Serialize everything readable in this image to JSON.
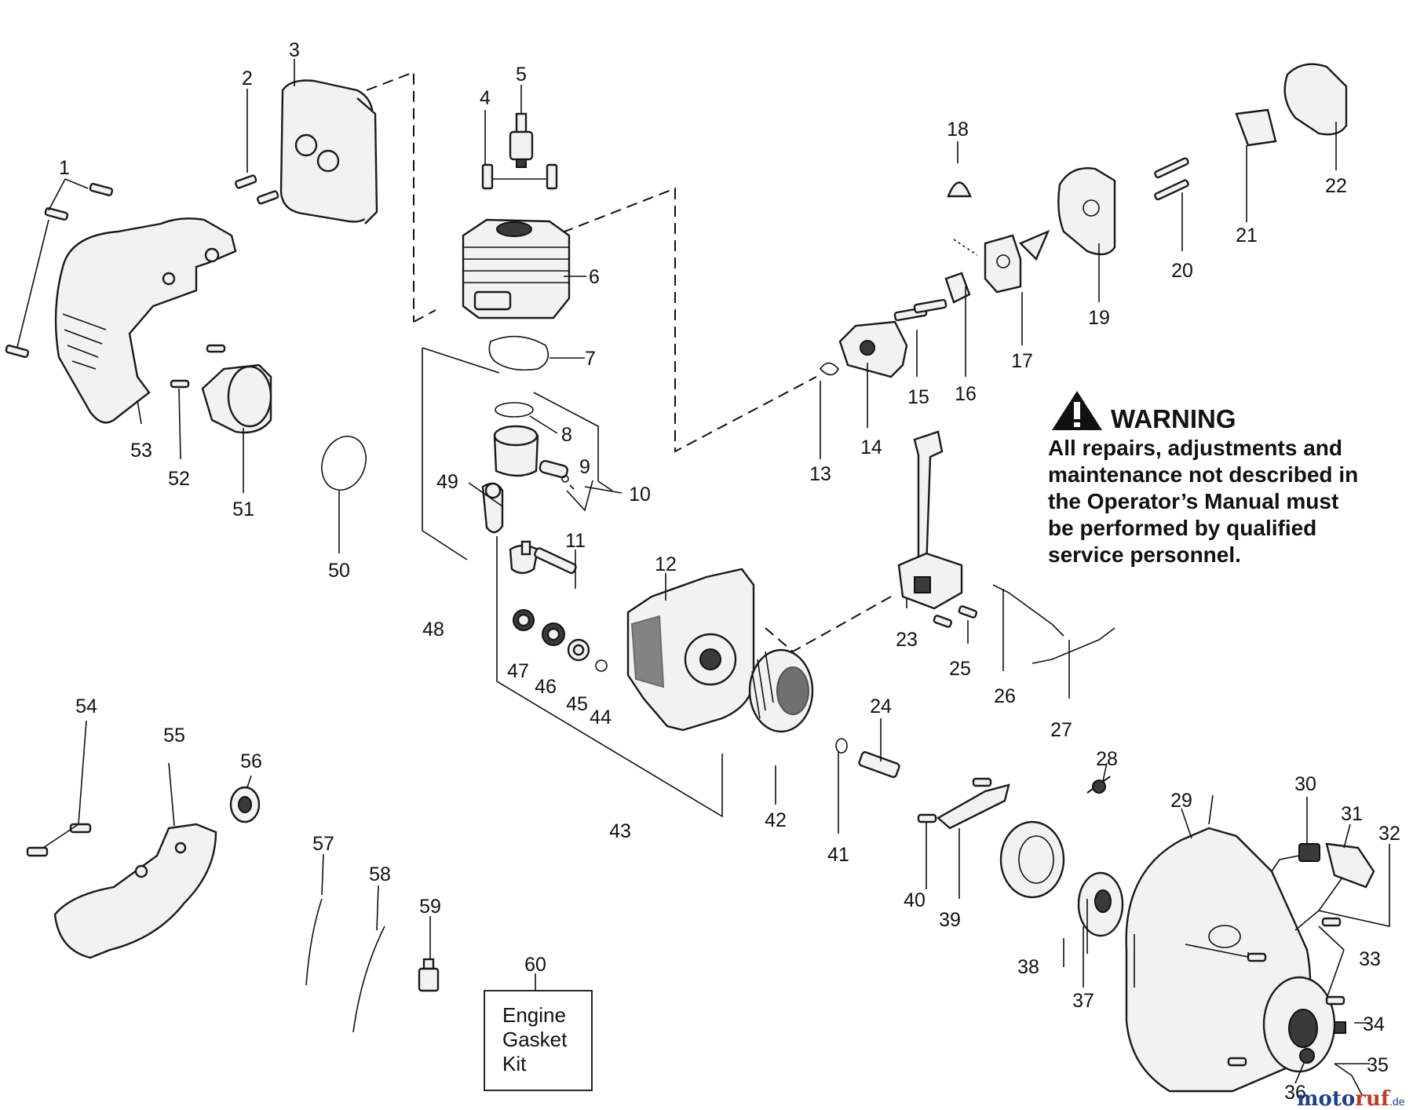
{
  "callouts": [
    "1",
    "2",
    "3",
    "4",
    "5",
    "6",
    "7",
    "8",
    "9",
    "10",
    "11",
    "12",
    "13",
    "14",
    "15",
    "16",
    "17",
    "18",
    "19",
    "20",
    "21",
    "22",
    "23",
    "24",
    "25",
    "26",
    "27",
    "28",
    "29",
    "30",
    "31",
    "32",
    "33",
    "34",
    "35",
    "36",
    "37",
    "38",
    "39",
    "40",
    "41",
    "42",
    "43",
    "44",
    "45",
    "46",
    "47",
    "48",
    "49",
    "50",
    "51",
    "52",
    "53",
    "54",
    "55",
    "56",
    "57",
    "58",
    "59",
    "60"
  ],
  "warning": {
    "title": "WARNING",
    "lines": [
      "All repairs, adjustments and",
      "maintenance not described in",
      "the Operator’s Manual must",
      "be performed by qualified",
      "service personnel."
    ]
  },
  "kit_box": {
    "lines": [
      "Engine",
      "Gasket",
      "Kit"
    ]
  },
  "watermark": {
    "part_a": "moto",
    "part_b": "ruf",
    "part_c": ".de"
  }
}
